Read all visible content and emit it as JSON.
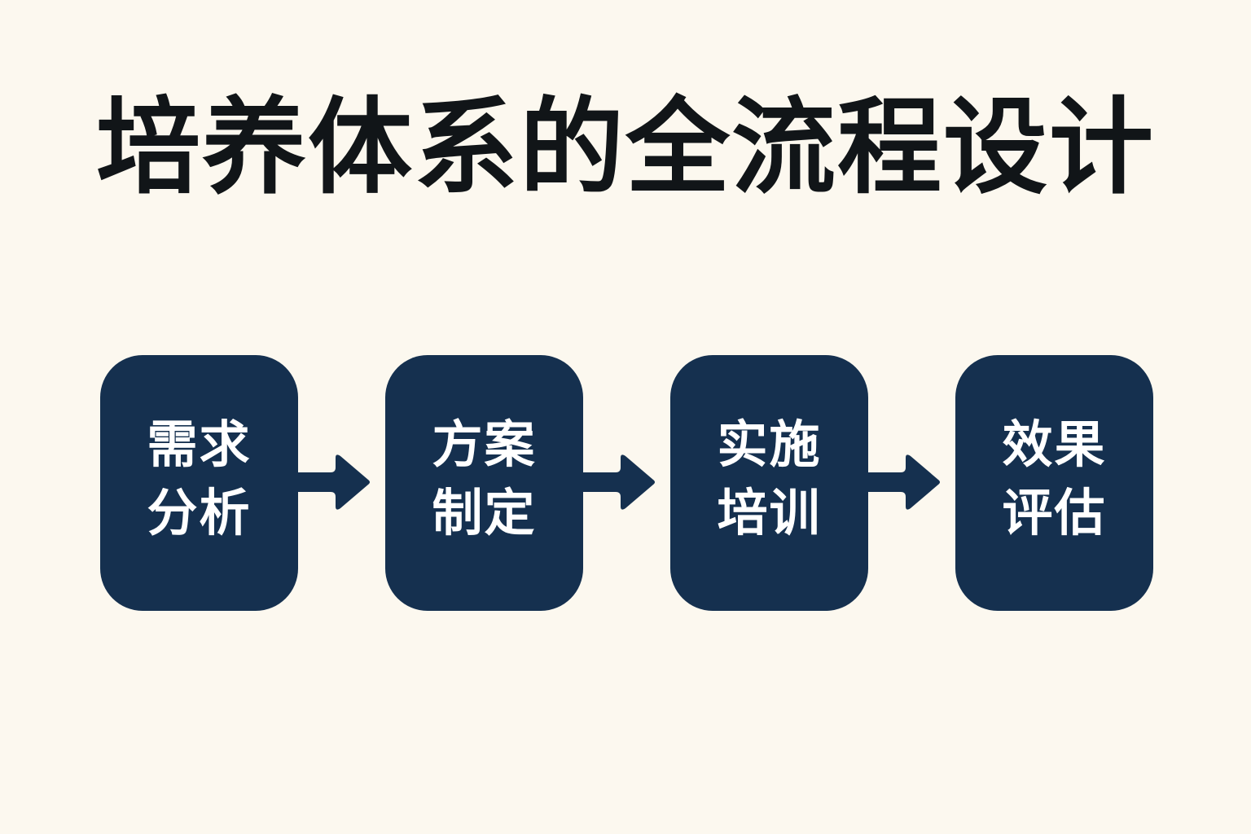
{
  "title": "培养体系的全流程设计",
  "colors": {
    "background": "#fcf8ef",
    "box_fill": "#15304f",
    "box_text": "#ffffff",
    "title_text": "#111518"
  },
  "steps": [
    {
      "line1": "需求",
      "line2": "分析"
    },
    {
      "line1": "方案",
      "line2": "制定"
    },
    {
      "line1": "实施",
      "line2": "培训"
    },
    {
      "line1": "效果",
      "line2": "评估"
    }
  ],
  "arrows": [
    {
      "from": 0,
      "to": 1,
      "icon": "arrow-right-icon"
    },
    {
      "from": 1,
      "to": 2,
      "icon": "arrow-right-icon"
    },
    {
      "from": 2,
      "to": 3,
      "icon": "arrow-right-icon"
    }
  ]
}
